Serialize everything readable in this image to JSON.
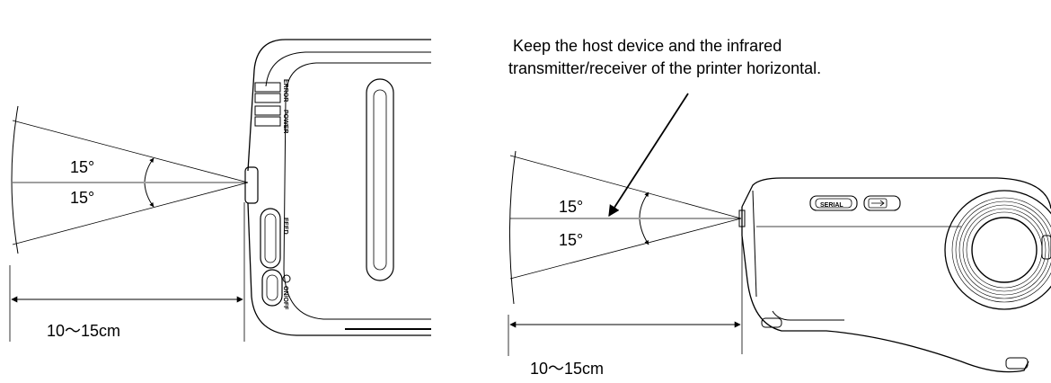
{
  "note": {
    "line1": "Keep the host device and the infrared",
    "line2": "transmitter/receiver of the printer horizontal."
  },
  "left_view": {
    "angle_upper": "15°",
    "angle_lower": "15°",
    "distance": "10～15cm",
    "printer_labels": {
      "error": "ERROR",
      "power": "POWER",
      "feed": "FEED",
      "onoff": "ON/OFF"
    }
  },
  "right_view": {
    "angle_upper": "15°",
    "angle_lower": "15°",
    "distance": "10～15cm",
    "port_labels": {
      "serial": "SERIAL"
    }
  }
}
